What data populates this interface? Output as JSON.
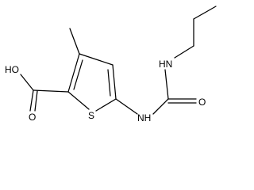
{
  "molecule": {
    "atom_labels": {
      "hydroxyl": "HO",
      "carbonyl_oxygen_acid": "O",
      "sulfur": "S",
      "amide_nitrogen_ring": "NH",
      "amide_nitrogen_propyl": "HN",
      "carbonyl_oxygen_urea": "O"
    }
  }
}
